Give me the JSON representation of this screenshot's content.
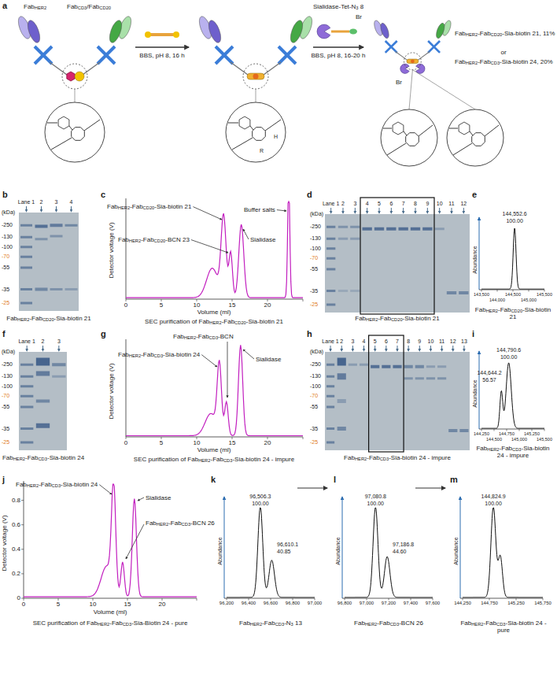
{
  "diagram": {
    "labels": [
      "a",
      "FabHER2",
      "FabCD3/FabCD20",
      "BBS, pH 8, 16 h",
      "Sialidase-Tet-N3 8",
      "Br",
      "BBS, pH 8, 16-20 h",
      "Br",
      "FabHER2-FabCD20-Sia-biotin 21, 11%",
      "or",
      "FabHER2-FabCD3-Sia-biotin 24, 20%",
      "H",
      "R",
      "b",
      "Lane 1",
      "2",
      "3",
      "4",
      "(kDa)",
      "-250",
      "-130",
      "-100",
      "-70",
      "-55",
      "-35",
      "-25",
      "FabHER2-FabCD20-Sia-biotin 21",
      "c",
      "FabHER2-FabCD20-Sia-biotin 21",
      "FabHER2-FabCD20-BCN 23",
      "Sialidase",
      "Buffer salts",
      "Detector voltage (V)",
      "0",
      "5",
      "10",
      "15",
      "20",
      "Volume (ml)",
      "SEC purification of FabHER2-FabCD20-Sia-biotin 21",
      "d",
      "Lane 1",
      "2",
      "3",
      "4",
      "5",
      "6",
      "7",
      "8",
      "9",
      "10",
      "11",
      "12",
      "(kDa)",
      "-250",
      "-130",
      "-100",
      "-70",
      "-55",
      "-35",
      "-25",
      "FabHER2-FabCD20-Sia-biotin 21",
      "e",
      "144,552.6",
      "100.00",
      "143,500",
      "144,000",
      "144,500",
      "145,000",
      "145,500",
      "Abundance",
      "FabHER2-FabCD20-Sia-biotin 21",
      "f",
      "Lane 1",
      "2",
      "3",
      "(kDa)",
      "-250",
      "-130",
      "-100",
      "-70",
      "-55",
      "-35",
      "-25",
      "FabHER2-FabCD3-Sia-biotin 24",
      "g",
      "FabHER2-FabCD3-BCN",
      "FabHER2-FabCD3-Sia-biotin 24",
      "Sialidase",
      "Detector voltage (V)",
      "0",
      "5",
      "10",
      "15",
      "20",
      "Volume (ml)",
      "SEC purification of FabHER2-FabCD3-Sia-biotin 24 - impure",
      "h",
      "Lane 1",
      "2",
      "3",
      "4",
      "5",
      "6",
      "7",
      "8",
      "9",
      "10",
      "11",
      "12",
      "13",
      "(kDa)",
      "-250",
      "-130",
      "-100",
      "-70",
      "-55",
      "-35",
      "-25",
      "FabHER2-FabCD3-Sia-biotin 24 - impure",
      "i",
      "144,790.6",
      "100.00",
      "144,644.2",
      "56.57",
      "144,250",
      "144,500",
      "144,750",
      "145,000",
      "145,250",
      "145,500",
      "Abundance",
      "FabHER2-FabCD3-Sia-biotin 24 - impure",
      "j",
      "FabHER2-FabCD3-Sia-biotin 24",
      "FabHER2-FabCD3-BCN 26",
      "Sialidase",
      "Detector voltage (V)",
      "0.8",
      "0.6",
      "0.4",
      "0.2",
      "0",
      "0",
      "5",
      "10",
      "15",
      "20",
      "Volume (ml)",
      "SEC purification of FabHER2-FabCD3-Sia-Biotin 24 - pure",
      "k",
      "96,506.3",
      "100.00",
      "96,610.1",
      "40.85",
      "96,200",
      "96,400",
      "96,600",
      "96,800",
      "97,000",
      "Abundance",
      "FabHER2-FabCD3-N3 13",
      "l",
      "97,080.8",
      "100.00",
      "97,186.8",
      "44.60",
      "96,800",
      "97,000",
      "97,200",
      "97,400",
      "97,600",
      "Abundance",
      "FabHER2-FabCD3-BCN 26",
      "m",
      "144,824.9",
      "100.00",
      "144,250",
      "144,750",
      "145,250",
      "145,750",
      "Abundance",
      "FabHER2-FabCD3-Sia-biotin 24 - pure"
    ]
  }
}
